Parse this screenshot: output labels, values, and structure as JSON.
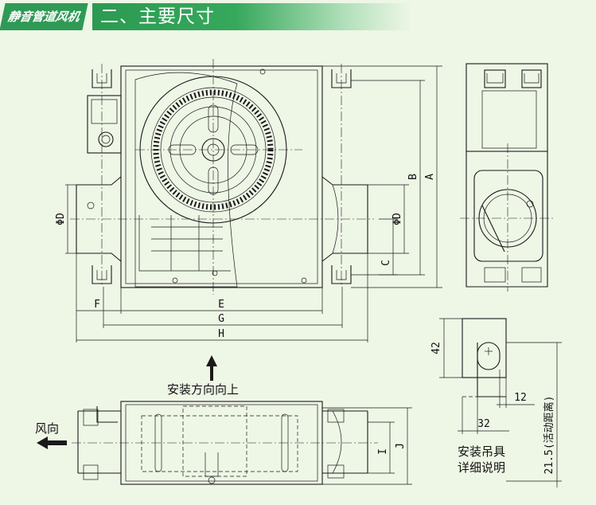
{
  "header": {
    "tag": "静音管道风机",
    "title": "二、主要尺寸",
    "tag_color": "#2e9a55"
  },
  "front_view": {
    "dims": {
      "a": "A",
      "b": "B",
      "c": "C",
      "d_left": "ΦD",
      "d_right": "ΦD",
      "e": "E",
      "f": "F",
      "g": "G",
      "h": "H"
    }
  },
  "top_view": {
    "install_note": "安装方向向上",
    "airflow_label": "风向",
    "dims": {
      "i": "I",
      "j": "J"
    }
  },
  "hanger_detail": {
    "dim_42": "42",
    "dim_12": "12",
    "dim_32": "32",
    "dim_215": "21.5(活动距离)",
    "caption_line1": "安装吊具",
    "caption_line2": "详细说明"
  }
}
